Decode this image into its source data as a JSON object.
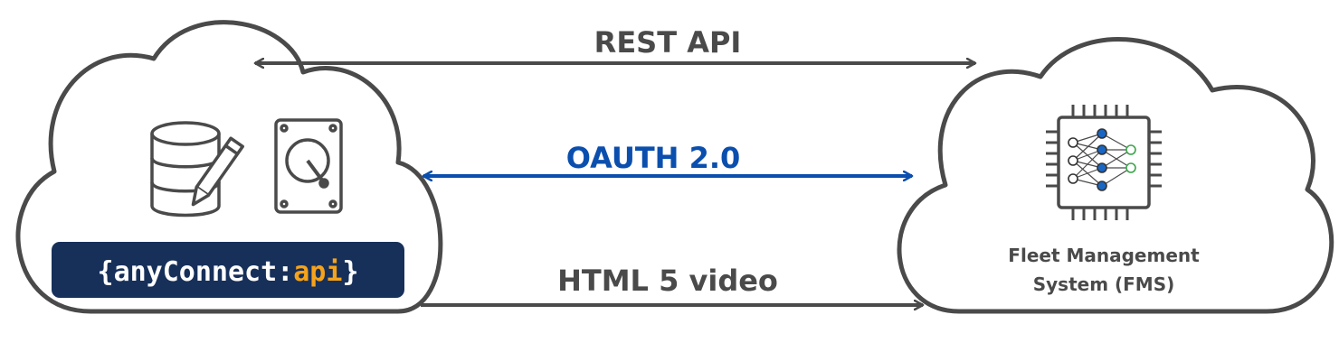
{
  "colors": {
    "outline": "#4a4a4a",
    "oauth": "#0b4fae",
    "badge_bg": "#17305a",
    "badge_text": "#ffffff",
    "badge_accent": "#f5a31a",
    "ai_node_blue": "#1a66c2",
    "ai_node_green": "#3aa54a"
  },
  "connections": {
    "rest": {
      "label": "REST API",
      "direction": "bidirectional"
    },
    "oauth": {
      "label": "OAUTH 2.0",
      "direction": "bidirectional"
    },
    "video": {
      "label": "HTML 5 video",
      "direction": "left-to-right"
    }
  },
  "left_cloud": {
    "icons": [
      "database-edit-icon",
      "hard-drive-icon"
    ],
    "logo": {
      "open": "{",
      "name": "anyConnect",
      "sep": ":",
      "api": "api",
      "close": "}"
    }
  },
  "right_cloud": {
    "icon": "ai-chip-icon",
    "title_line1": "Fleet Management",
    "title_line2": "System (FMS)"
  }
}
